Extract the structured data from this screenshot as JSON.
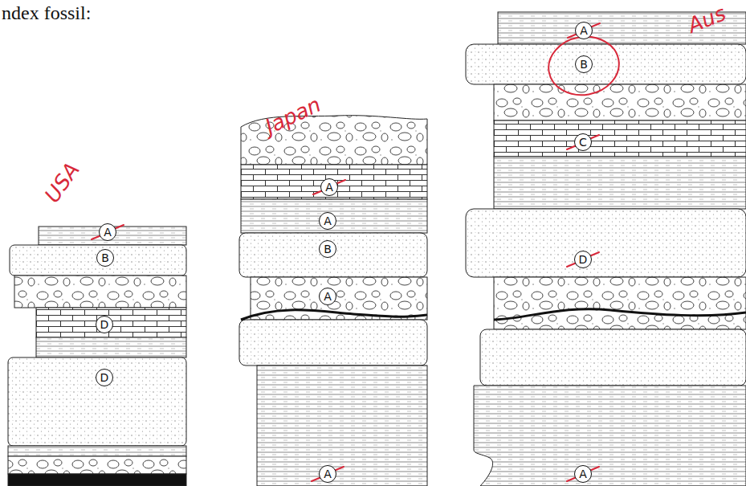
{
  "diagram": {
    "nodes": [
      {
        "text": [
          "A"
        ]
      },
      {
        "text": [
          "B"
        ]
      },
      {
        "text": [
          "D"
        ]
      },
      {
        "text": [
          "D"
        ]
      },
      {
        "text": [
          "A"
        ]
      },
      {
        "text": [
          "A"
        ]
      },
      {
        "text": [
          "B"
        ]
      },
      {
        "text": [
          "A"
        ]
      },
      {
        "text": [
          "A"
        ]
      },
      {
        "text": [
          "A"
        ]
      },
      {
        "text": [
          "B"
        ]
      },
      {
        "text": [
          "C"
        ]
      },
      {
        "text": [
          "D"
        ]
      },
      {
        "text": [
          "A"
        ]
      }
    ],
    "labels": [
      "ndex fossil:",
      "USA",
      "Japan",
      "Aus"
    ]
  }
}
